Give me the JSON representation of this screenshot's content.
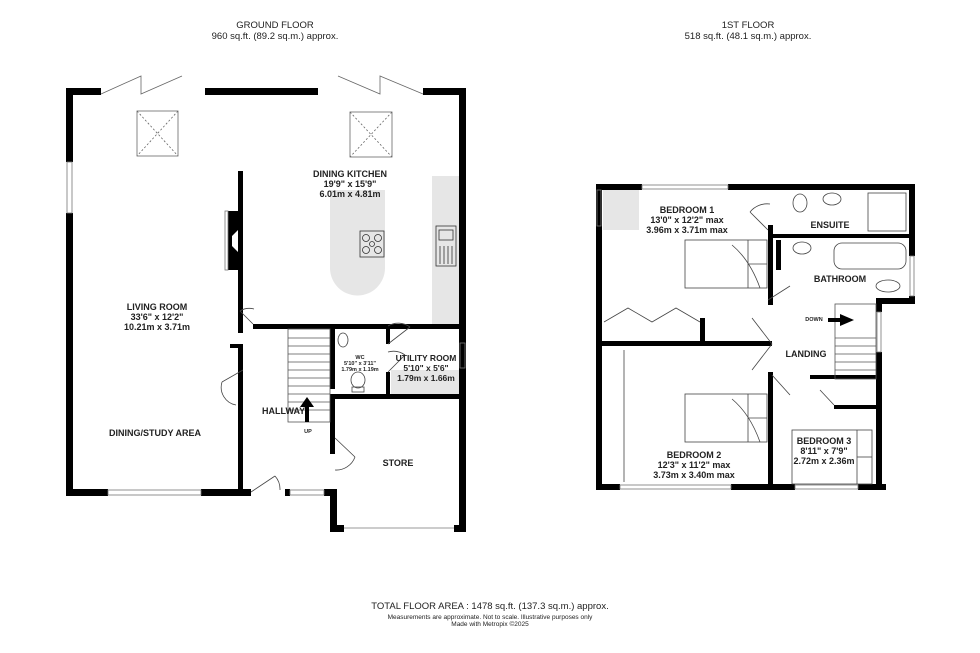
{
  "ground_floor": {
    "title": "GROUND FLOOR",
    "area": "960 sq.ft. (89.2 sq.m.) approx.",
    "rooms": [
      {
        "name": "DINING KITCHEN",
        "imperial": "19'9\"  x 15'9\"",
        "metric": "6.01m  x 4.81m"
      },
      {
        "name": "LIVING ROOM",
        "imperial": "33'6\"  x 12'2\"",
        "metric": "10.21m  x 3.71m"
      },
      {
        "name": "WC",
        "imperial": "5'10\"  x 3'11\"",
        "metric": "1.79m  x 1.19m"
      },
      {
        "name": "UTILITY ROOM",
        "imperial": "5'10\"  x 5'6\"",
        "metric": "1.79m  x 1.66m"
      },
      {
        "name": "HALLWAY"
      },
      {
        "name": "DINING/STUDY AREA"
      },
      {
        "name": "STORE"
      }
    ],
    "stair_label": "UP"
  },
  "first_floor": {
    "title": "1ST FLOOR",
    "area": "518 sq.ft. (48.1 sq.m.) approx.",
    "rooms": [
      {
        "name": "BEDROOM 1",
        "imperial": "13'0\"  x 12'2\" max",
        "metric": "3.96m  x 3.71m max"
      },
      {
        "name": "ENSUITE"
      },
      {
        "name": "BATHROOM"
      },
      {
        "name": "LANDING"
      },
      {
        "name": "BEDROOM 2",
        "imperial": "12'3\"  x 11'2\" max",
        "metric": "3.73m  x 3.40m max"
      },
      {
        "name": "BEDROOM 3",
        "imperial": "8'11\"  x 7'9\"",
        "metric": "2.72m  x 2.36m"
      }
    ],
    "stair_label": "DOWN"
  },
  "footer": {
    "total": "TOTAL FLOOR AREA : 1478 sq.ft. (137.3 sq.m.) approx.",
    "disclaimer": "Measurements are approximate.  Not to scale.  Illustrative purposes only",
    "credit": "Made with Metropix ©2025"
  },
  "colors": {
    "wall": "#000000",
    "fitting_fill": "#e6e6e6",
    "line": "#555555"
  }
}
